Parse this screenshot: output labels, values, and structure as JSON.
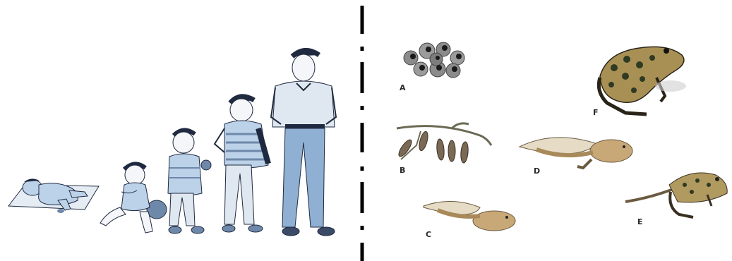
{
  "frog_stage_labels": {
    "a": "A",
    "b": "B",
    "c": "C",
    "d": "D",
    "e": "E",
    "f": "F"
  },
  "colors": {
    "human_outline": "#1f2a40",
    "human_fill": "#bcd2e8",
    "human_dark": "#6e88aa",
    "divider": "#000000",
    "egg_gray": "#8b8b8b",
    "tadpole_fill": "#c8a877",
    "frog_body": "#a89055",
    "frog_spots": "#2f3a22"
  }
}
